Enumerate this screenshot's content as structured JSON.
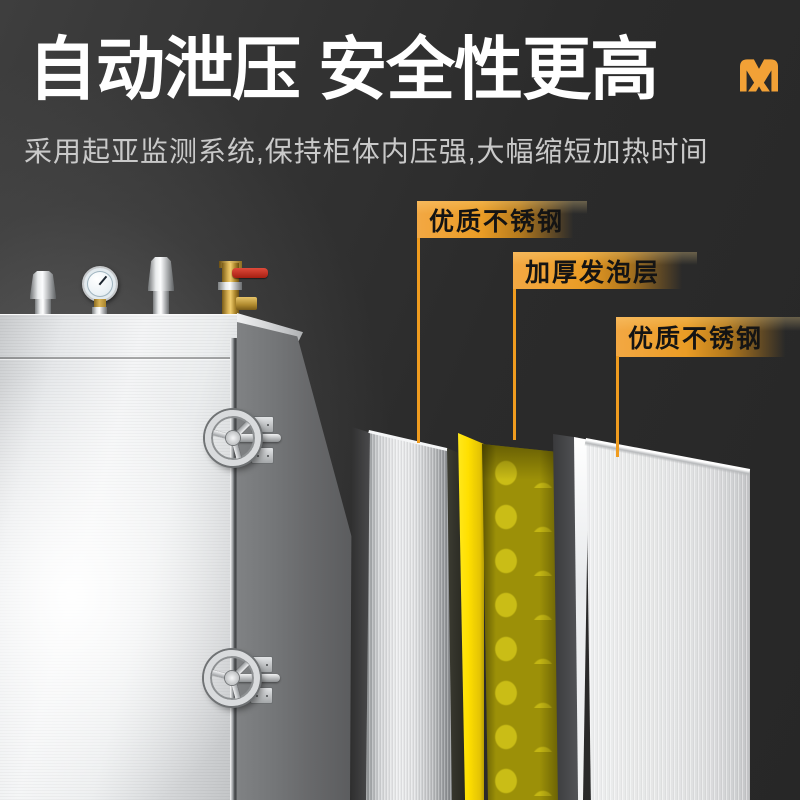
{
  "header": {
    "title": "自动泄压 安全性更高",
    "subtitle": "采用起亚监测系统,保持柜体内压强,大幅缩短加热时间"
  },
  "logo": {
    "icon": "brand-m-logo",
    "color": "#F2A136"
  },
  "callouts": {
    "accent_color": "#F09C1F",
    "items": [
      {
        "text": "优质不锈钢"
      },
      {
        "text": "加厚发泡层"
      },
      {
        "text": "优质不锈钢"
      }
    ]
  },
  "colors": {
    "background": "#282828",
    "title_text": "#FFFFFF",
    "subtitle_text": "#C9C9C9",
    "label_text": "#141414",
    "foam_bright": "#FFE000",
    "foam_base": "#9C9008",
    "foam_dots": "#C9BC14"
  }
}
